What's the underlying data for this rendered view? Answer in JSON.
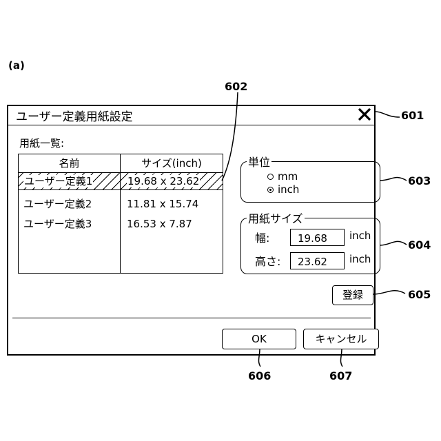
{
  "figure": {
    "label": "(a)"
  },
  "refs": {
    "r601": "601",
    "r602": "602",
    "r603": "603",
    "r604": "604",
    "r605": "605",
    "r606": "606",
    "r607": "607"
  },
  "dialog": {
    "title": "ユーザー定義用紙設定",
    "close_icon": "close-icon",
    "list_caption": "用紙一覧:",
    "table": {
      "columns": [
        "名前",
        "サイズ(inch)"
      ],
      "rows": [
        {
          "name": "ユーザー定義1",
          "size": "19.68 x 23.62",
          "selected": true
        },
        {
          "name": "ユーザー定義2",
          "size": "11.81 x 15.74",
          "selected": false
        },
        {
          "name": "ユーザー定義3",
          "size": "16.53 x 7.87",
          "selected": false
        }
      ]
    },
    "unit": {
      "legend": "単位",
      "options": [
        {
          "label": "mm",
          "checked": false
        },
        {
          "label": "inch",
          "checked": true
        }
      ]
    },
    "paper_size": {
      "legend": "用紙サイズ",
      "width_label": "幅:",
      "width_value": "19.68",
      "width_unit": "inch",
      "height_label": "高さ:",
      "height_value": "23.62",
      "height_unit": "inch"
    },
    "register_label": "登録",
    "ok_label": "OK",
    "cancel_label": "キャンセル"
  }
}
